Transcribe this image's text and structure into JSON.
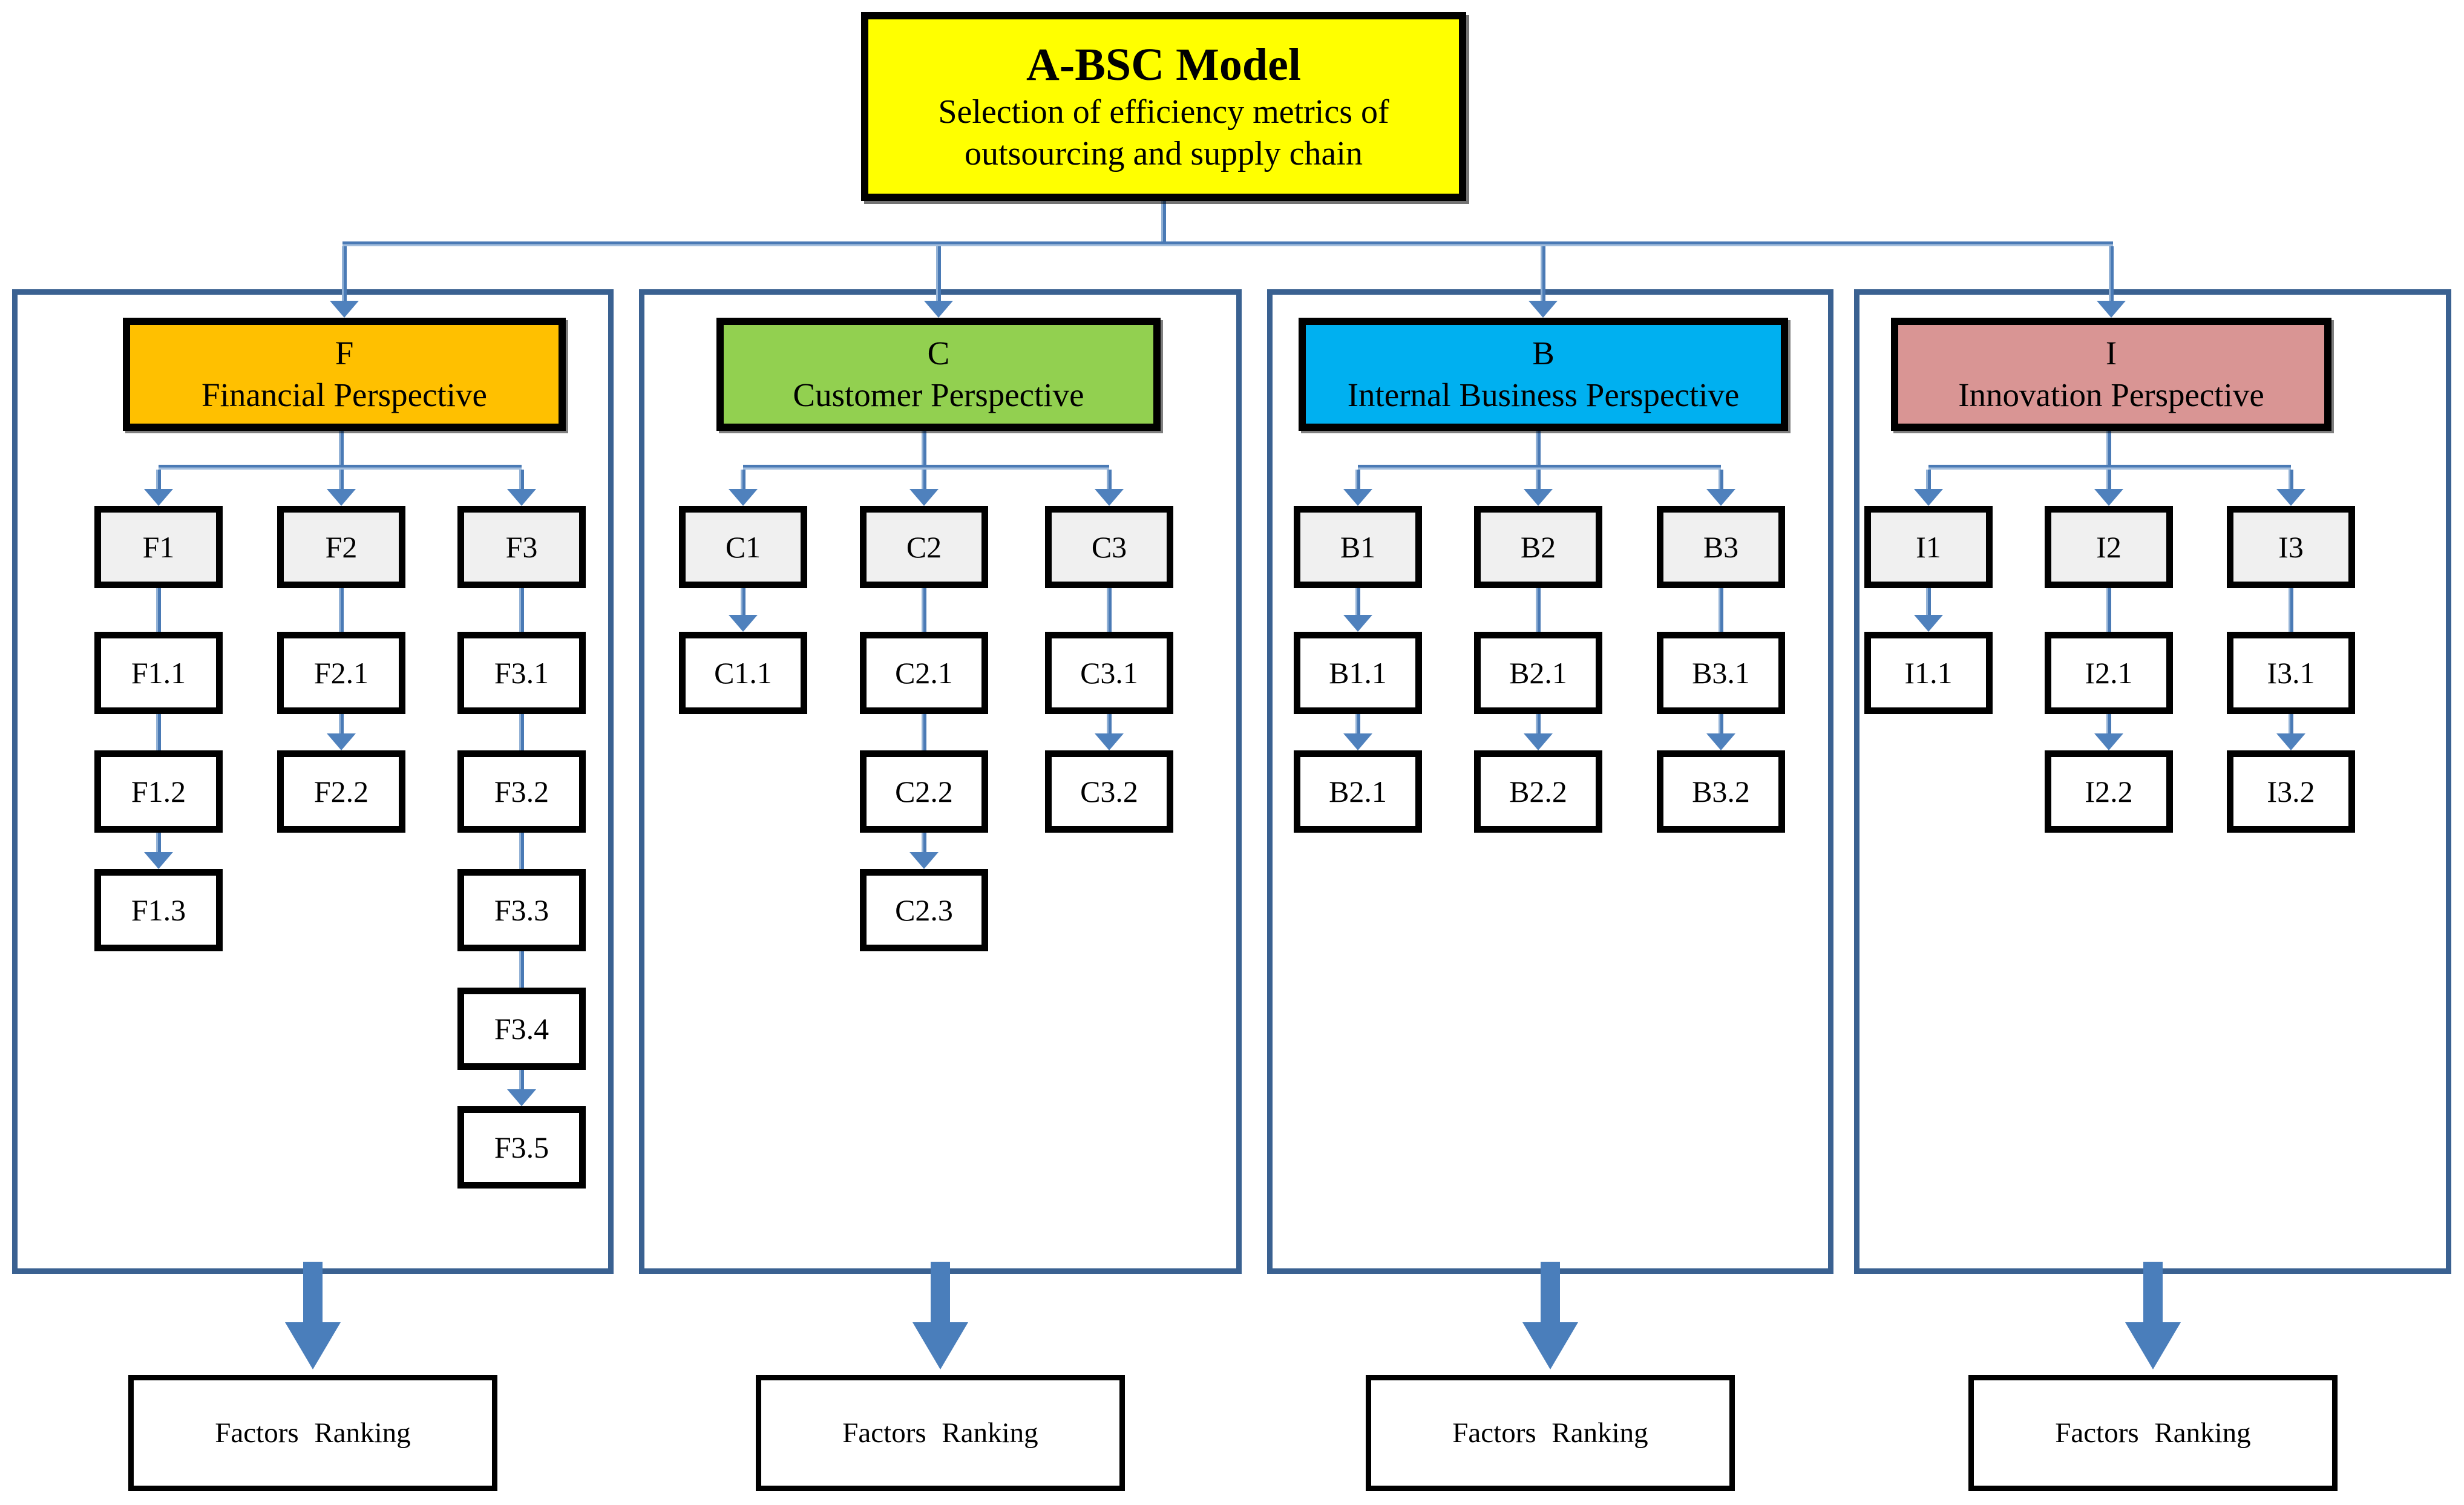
{
  "title": {
    "heading": "A-BSC Model",
    "subtitle": "Selection of efficiency metrics of outsourcing and supply chain"
  },
  "colors": {
    "root_bg": "#ffff00",
    "financial": "#FFC000",
    "customer": "#92D050",
    "internal_business": "#00B0F0",
    "innovation": "#D99594",
    "connector_blue": "#4F81BD",
    "panel_border_blue": "#3A6191",
    "block_arrow_blue": "#4A7EBB",
    "level1_box_bg": "#F0F0F0"
  },
  "panels": [
    {
      "letter": "F",
      "name": "Financial Perspective",
      "color": "#FFC000",
      "ranking": "Factors Ranking",
      "columns": [
        {
          "root": "F1",
          "children": [
            "F1.1",
            "F1.2",
            "F1.3"
          ]
        },
        {
          "root": "F2",
          "children": [
            "F2.1",
            "F2.2"
          ]
        },
        {
          "root": "F3",
          "children": [
            "F3.1",
            "F3.2",
            "F3.3",
            "F3.4",
            "F3.5"
          ]
        }
      ]
    },
    {
      "letter": "C",
      "name": "Customer  Perspective",
      "color": "#92D050",
      "ranking": "Factors Ranking",
      "columns": [
        {
          "root": "C1",
          "children": [
            "C1.1"
          ]
        },
        {
          "root": "C2",
          "children": [
            "C2.1",
            "C2.2",
            "C2.3"
          ]
        },
        {
          "root": "C3",
          "children": [
            "C3.1",
            "C3.2"
          ]
        }
      ]
    },
    {
      "letter": "B",
      "name": "Internal Business Perspective",
      "color": "#00B0F0",
      "ranking": "Factors Ranking",
      "columns": [
        {
          "root": "B1",
          "children": [
            "B1.1",
            "B2.1"
          ]
        },
        {
          "root": "B2",
          "children": [
            "B2.1",
            "B2.2"
          ]
        },
        {
          "root": "B3",
          "children": [
            "B3.1",
            "B3.2"
          ]
        }
      ]
    },
    {
      "letter": "I",
      "name": "Innovation  Perspective",
      "color": "#D99594",
      "ranking": "Factors Ranking",
      "columns": [
        {
          "root": "I1",
          "children": [
            "I1.1"
          ]
        },
        {
          "root": "I2",
          "children": [
            "I2.1",
            "I2.2"
          ]
        },
        {
          "root": "I3",
          "children": [
            "I3.1",
            "I3.2"
          ]
        }
      ]
    }
  ]
}
